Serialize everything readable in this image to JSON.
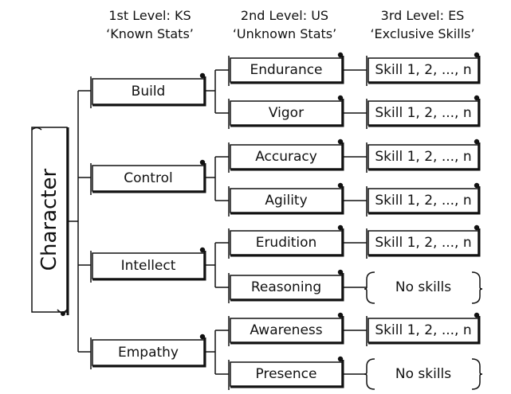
{
  "headers": [
    {
      "level": "1st Level: KS",
      "name": "‘Known Stats’"
    },
    {
      "level": "2nd Level: US",
      "name": "‘Unknown Stats’"
    },
    {
      "level": "3rd Level: ES",
      "name": "‘Exclusive Skills’"
    }
  ],
  "root": {
    "label": "Character"
  },
  "branches": [
    {
      "label": "Build",
      "children": [
        {
          "label": "Endurance",
          "skill": "Skill 1, 2, ..., n",
          "has_skills": true
        },
        {
          "label": "Vigor",
          "skill": "Skill 1, 2, ..., n",
          "has_skills": true
        }
      ]
    },
    {
      "label": "Control",
      "children": [
        {
          "label": "Accuracy",
          "skill": "Skill 1, 2, ..., n",
          "has_skills": true
        },
        {
          "label": "Agility",
          "skill": "Skill 1, 2, ..., n",
          "has_skills": true
        }
      ]
    },
    {
      "label": "Intellect",
      "children": [
        {
          "label": "Erudition",
          "skill": "Skill 1, 2, ..., n",
          "has_skills": true
        },
        {
          "label": "Reasoning",
          "skill": "No skills",
          "has_skills": false
        }
      ]
    },
    {
      "label": "Empathy",
      "children": [
        {
          "label": "Awareness",
          "skill": "Skill 1, 2, ..., n",
          "has_skills": true
        },
        {
          "label": "Presence",
          "skill": "No skills",
          "has_skills": false
        }
      ]
    }
  ]
}
